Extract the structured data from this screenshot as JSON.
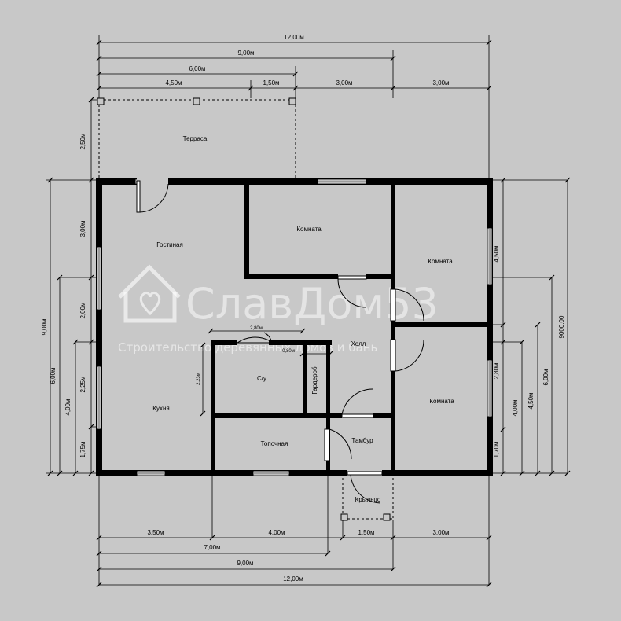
{
  "rooms": {
    "terrace": "Терраса",
    "living": "Гостиная",
    "room_top": "Комната",
    "room_right_top": "Комната",
    "room_right_bottom": "Комната",
    "hall": "Холл",
    "bathroom": "С/у",
    "wardrobe": "Гардероб",
    "kitchen": "Кухня",
    "boiler": "Топочная",
    "vestibule": "Тамбур",
    "porch": "Крыльцо"
  },
  "dims_top": {
    "total": "12,00м",
    "d9": "9,00м",
    "d6": "6,00м",
    "d450": "4,50м",
    "d150": "1,50м",
    "d300a": "3,00м",
    "d300b": "3,00м"
  },
  "dims_bottom": {
    "d350": "3,50м",
    "d400": "4,00м",
    "d150": "1,50м",
    "d300": "3,00м",
    "d7": "7,00м",
    "d9": "9,00м",
    "total": "12,00м"
  },
  "dims_left": {
    "d250": "2,50м",
    "d300": "3,00м",
    "d200": "2,00м",
    "d225": "2,25м",
    "d175": "1,75м",
    "d400": "4,00м",
    "d600": "6,00м",
    "d900": "9,00м"
  },
  "dims_right": {
    "d450": "4,50м",
    "d280": "2,80м",
    "d170": "1,70м",
    "d400": "4,00м",
    "d450b": "4,50м",
    "d600": "6,00м",
    "d9000": "9000,00"
  },
  "dims_inner": {
    "bath_width": "2,80м",
    "bath_height": "2,23м",
    "hall_gap": "0,80м"
  },
  "watermark": {
    "brand": "СлавДом53",
    "tagline": "Строительство деревянных домов и бань"
  }
}
